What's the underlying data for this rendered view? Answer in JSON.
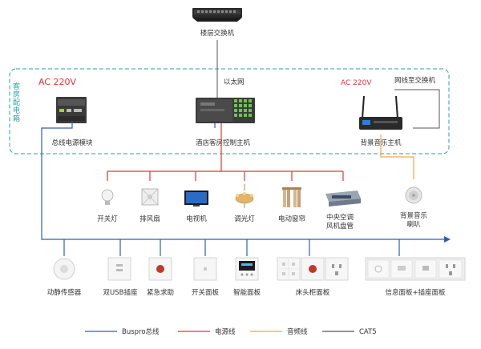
{
  "colors": {
    "buspro": "#2f5fb3",
    "power": "#e2343a",
    "audio": "#f0a84a",
    "cat5": "#555555",
    "room_box": "#21a5a0"
  },
  "nodes": {
    "floor_switch": "楼层交换机",
    "ethernet": "以太网",
    "room_box": "客房配电箱",
    "ac_left": "AC 220V",
    "ac_right": "AC 220V",
    "net_to_switch": "网线至交换机",
    "bus_power": "总线电源模块",
    "room_controller": "酒店客房控制主机",
    "music_host": "背景音乐主机"
  },
  "loads": [
    "开关灯",
    "排风扇",
    "电视机",
    "调光灯",
    "电动窗帘",
    "中央空调",
    "风机盘管"
  ],
  "speaker": [
    "背景音乐",
    "喇叭"
  ],
  "panels": [
    "动静传感器",
    "双USB插座",
    "紧急求助",
    "开关面板",
    "智能面板",
    "床头柜面板",
    "信息面板+插座面板"
  ],
  "legend": [
    {
      "name": "Buspro总线",
      "color": "#2f5fb3"
    },
    {
      "name": "电源线",
      "color": "#e2343a"
    },
    {
      "name": "音频线",
      "color": "#f0a84a"
    },
    {
      "name": "CAT5",
      "color": "#555555"
    }
  ]
}
